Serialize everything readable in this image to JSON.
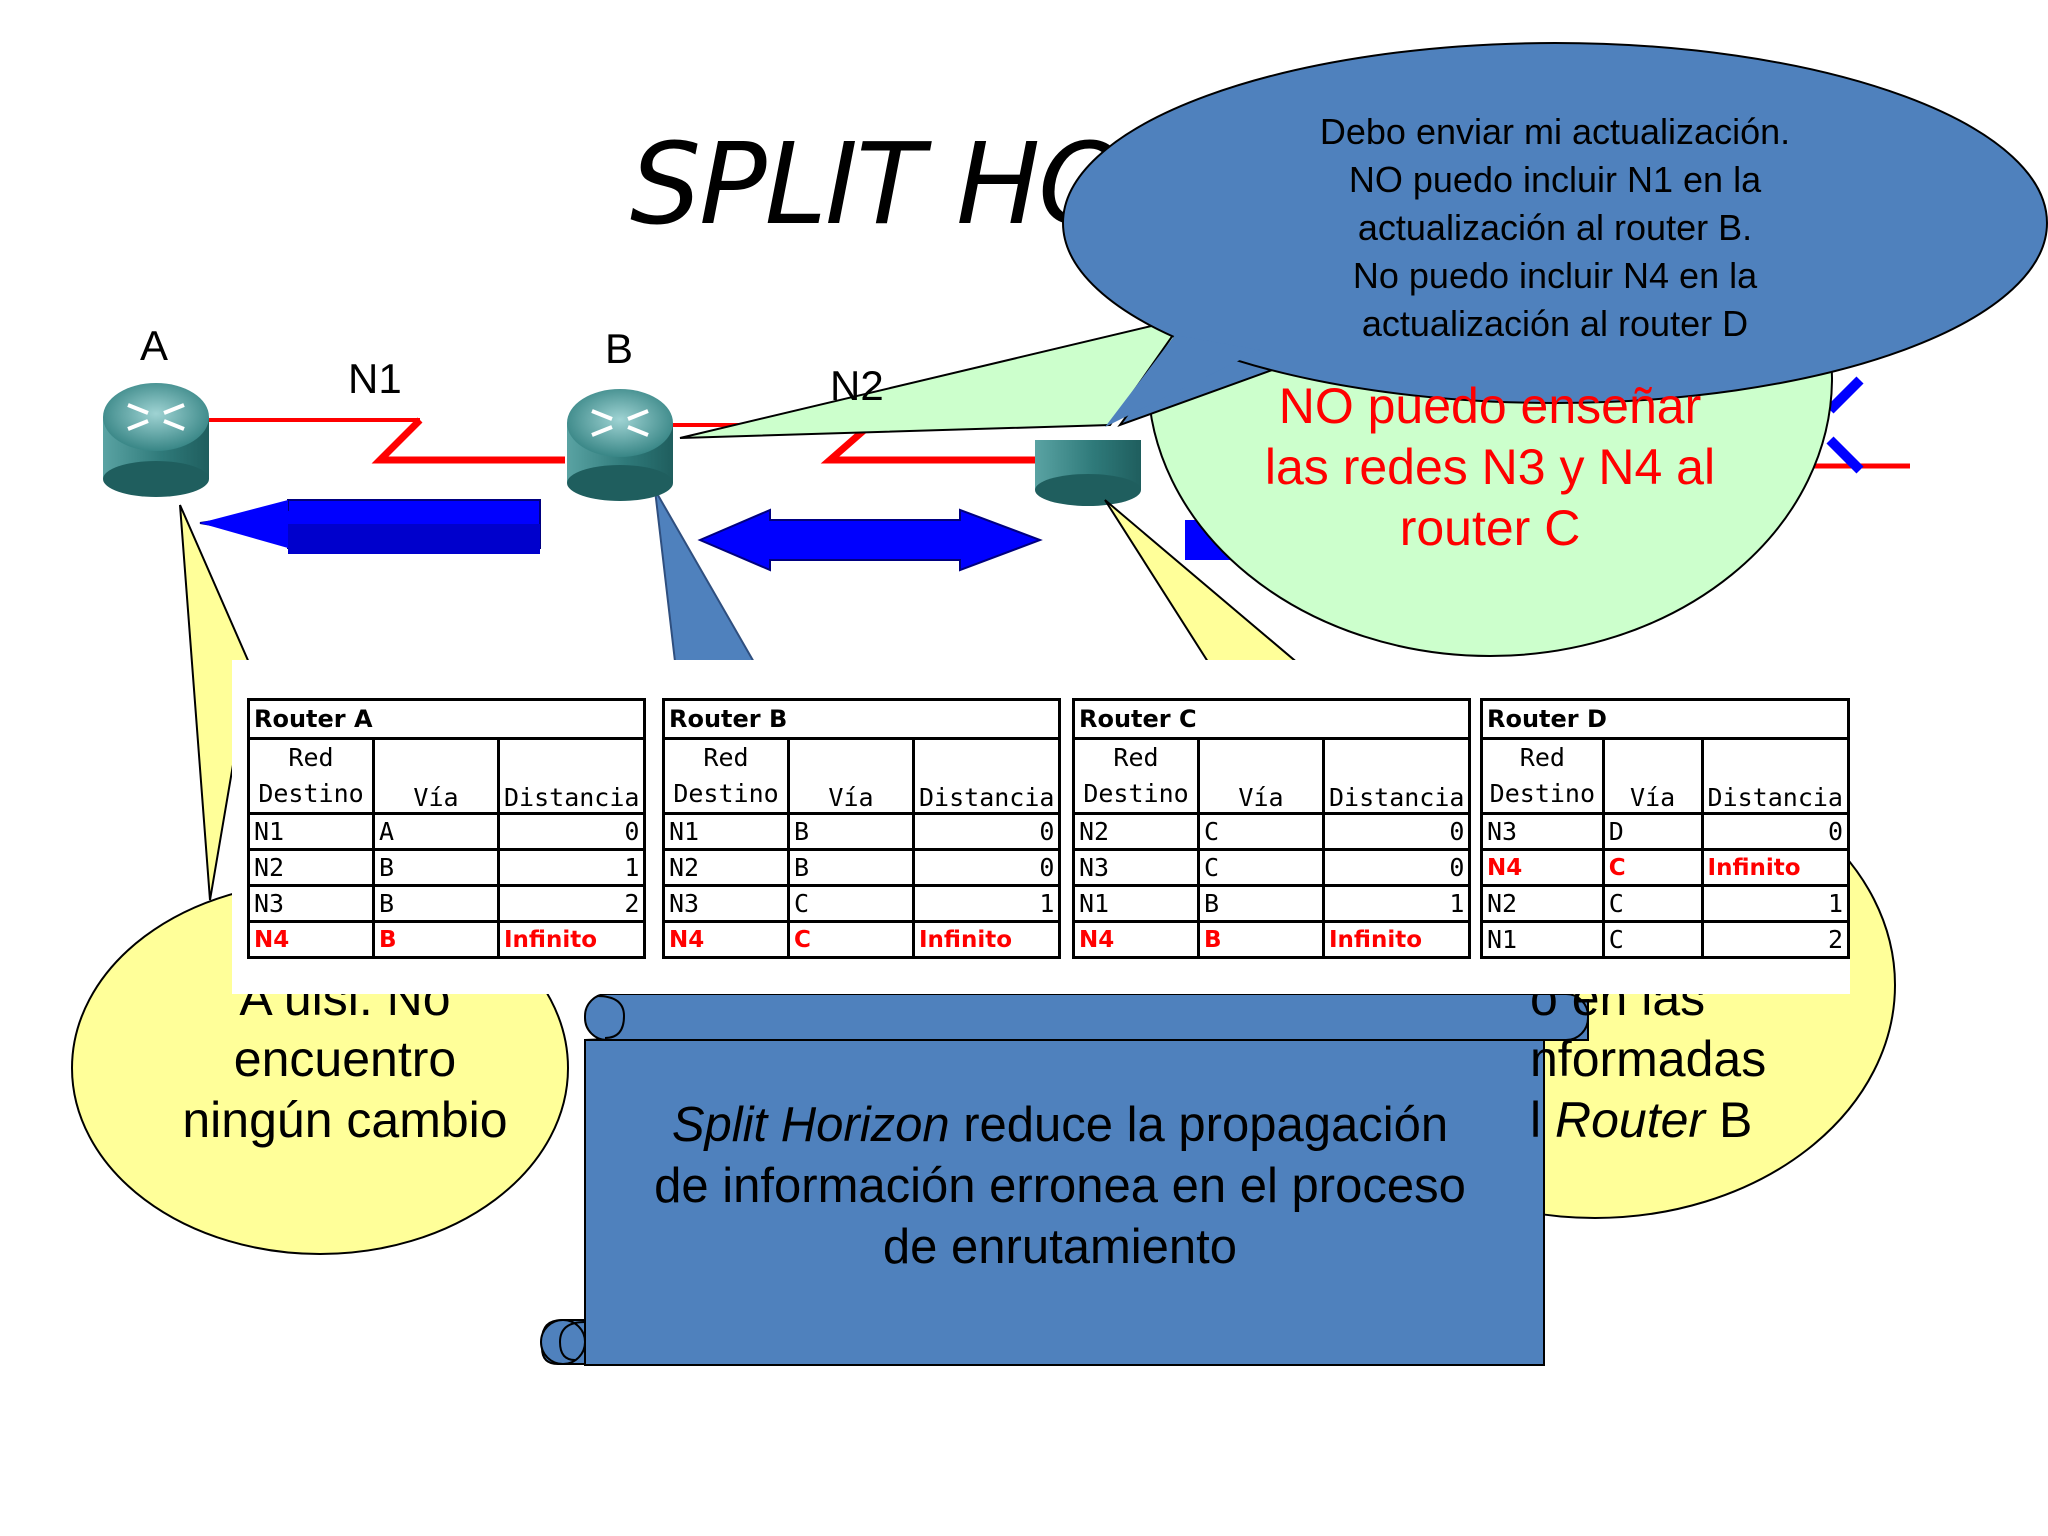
{
  "title": "SPLIT HO",
  "routers": {
    "a": "A",
    "b": "B"
  },
  "networks": {
    "n1": "N1",
    "n2": "N2"
  },
  "bubbles": {
    "dark_blue": [
      "Debo enviar mi actualización.",
      "NO puedo incluir N1 en la",
      "actualización al router B.",
      "No puedo incluir N4 en la",
      "actualización al router D"
    ],
    "green": [
      "NO puedo enseñar",
      "las redes N3 y N4 al",
      "router C"
    ],
    "yellow_left": [
      "A ulsi. No",
      "encuentro",
      "ningún cambio"
    ],
    "yellow_right": [
      "o en las",
      "nformadas",
      "l Router B"
    ]
  },
  "tables": [
    {
      "title": "Router A",
      "headers": [
        "Red\nDestino",
        "Vía",
        "Distancia"
      ],
      "rows": [
        [
          "N1",
          "A",
          "0"
        ],
        [
          "N2",
          "B",
          "1"
        ],
        [
          "N3",
          "B",
          "2"
        ],
        [
          "N4",
          "B",
          "Infinito"
        ]
      ],
      "highlight_rows": [
        3
      ]
    },
    {
      "title": "Router B",
      "headers": [
        "Red\nDestino",
        "Vía",
        "Distancia"
      ],
      "rows": [
        [
          "N1",
          "B",
          "0"
        ],
        [
          "N2",
          "B",
          "0"
        ],
        [
          "N3",
          "C",
          "1"
        ],
        [
          "N4",
          "C",
          "Infinito"
        ]
      ],
      "highlight_rows": [
        3
      ]
    },
    {
      "title": "Router C",
      "headers": [
        "Red\nDestino",
        "Vía",
        "Distancia"
      ],
      "rows": [
        [
          "N2",
          "C",
          "0"
        ],
        [
          "N3",
          "C",
          "0"
        ],
        [
          "N1",
          "B",
          "1"
        ],
        [
          "N4",
          "B",
          "Infinito"
        ]
      ],
      "highlight_rows": [
        3
      ]
    },
    {
      "title": "Router D",
      "headers": [
        "Red\nDestino",
        "Vía",
        "Distancia"
      ],
      "rows": [
        [
          "N3",
          "D",
          "0"
        ],
        [
          "N4",
          "C",
          "Infinito"
        ],
        [
          "N2",
          "C",
          "1"
        ],
        [
          "N1",
          "C",
          "2"
        ]
      ],
      "highlight_rows": [
        1
      ]
    }
  ],
  "scroll": {
    "italic": "Split Horizon",
    "line1_rest": " reduce la propagación",
    "line2": "de información erronea en el proceso",
    "line3": "de enrutamiento"
  },
  "colors": {
    "dark_blue": "#4f81bd",
    "green_bubble": "#ccffcc",
    "yellow_bubble": "#ffff99",
    "arrow_blue": "#0000ff",
    "link_red": "#ff0000",
    "router": "#3f8f8f"
  }
}
